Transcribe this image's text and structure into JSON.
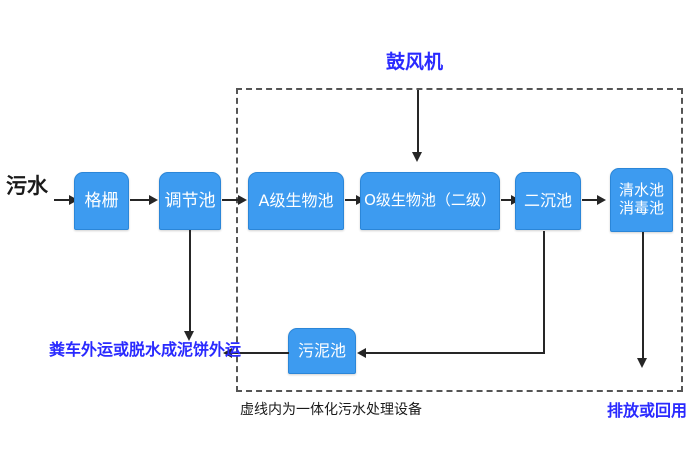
{
  "diagram": {
    "title_note_top": "鼓风机",
    "inlet_label": "污水",
    "bottom_caption": "虚线内为一体化污水处理设备",
    "outlet_label": "排放或回用",
    "sludge_disposal_label": "粪车外运或脱水成泥饼外运",
    "colors": {
      "box_fill": "#3d9bf0",
      "box_border": "#2b86d8",
      "box_text": "#ffffff",
      "connector": "#262626",
      "dashed_border": "#555555",
      "blue_text": "#2a2aff",
      "black_text": "#1a1a1a",
      "background": "#ffffff"
    },
    "boxes": [
      {
        "id": "grate",
        "label": "格栅",
        "label_line2": ""
      },
      {
        "id": "equalization",
        "label": "调节池",
        "label_line2": ""
      },
      {
        "id": "a_stage",
        "label": "A级生物池",
        "label_line2": ""
      },
      {
        "id": "o_stage",
        "label": "O级生物池（二级）",
        "label_line2": ""
      },
      {
        "id": "clarifier",
        "label": "二沉池",
        "label_line2": ""
      },
      {
        "id": "clearwater",
        "label": "清水池",
        "label_line2": "消毒池"
      },
      {
        "id": "sludge",
        "label": "污泥池",
        "label_line2": ""
      }
    ]
  }
}
